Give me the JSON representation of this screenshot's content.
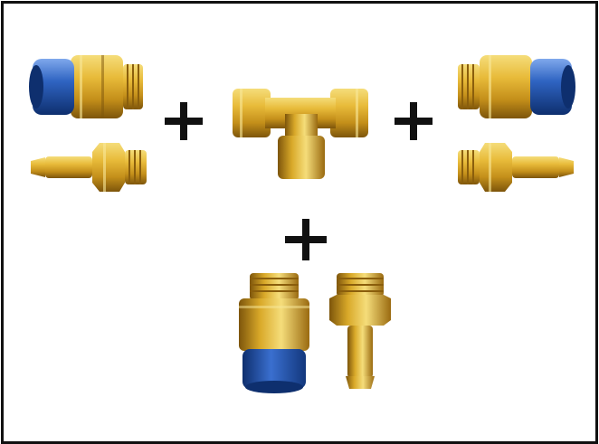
{
  "colors": {
    "brass_light": "#f2cf5a",
    "brass_mid": "#d9a929",
    "brass_dark": "#8a5e0c",
    "seal_blue_light": "#5a8fe0",
    "seal_blue": "#1e56b4",
    "seal_blue_dark": "#0e2f6e",
    "plus_sign": "#111111",
    "frame_border": "#111111",
    "background": "#ffffff"
  },
  "parts": [
    {
      "id": "push-in-fitting-top-left",
      "type": "push-in fitting",
      "orientation": "left"
    },
    {
      "id": "hose-barb-fitting-top-left",
      "type": "hose barb fitting",
      "orientation": "left"
    },
    {
      "id": "tee-fitting-center",
      "type": "female tee fitting",
      "orientation": "down"
    },
    {
      "id": "push-in-fitting-top-right",
      "type": "push-in fitting",
      "orientation": "right"
    },
    {
      "id": "hose-barb-fitting-top-right",
      "type": "hose barb fitting",
      "orientation": "right"
    },
    {
      "id": "push-in-fitting-bottom",
      "type": "push-in fitting",
      "orientation": "down"
    },
    {
      "id": "hose-barb-fitting-bottom",
      "type": "hose barb fitting",
      "orientation": "down"
    }
  ],
  "operators": [
    {
      "id": "plus-left",
      "glyph": "plus"
    },
    {
      "id": "plus-right",
      "glyph": "plus"
    },
    {
      "id": "plus-bottom",
      "glyph": "plus"
    }
  ]
}
